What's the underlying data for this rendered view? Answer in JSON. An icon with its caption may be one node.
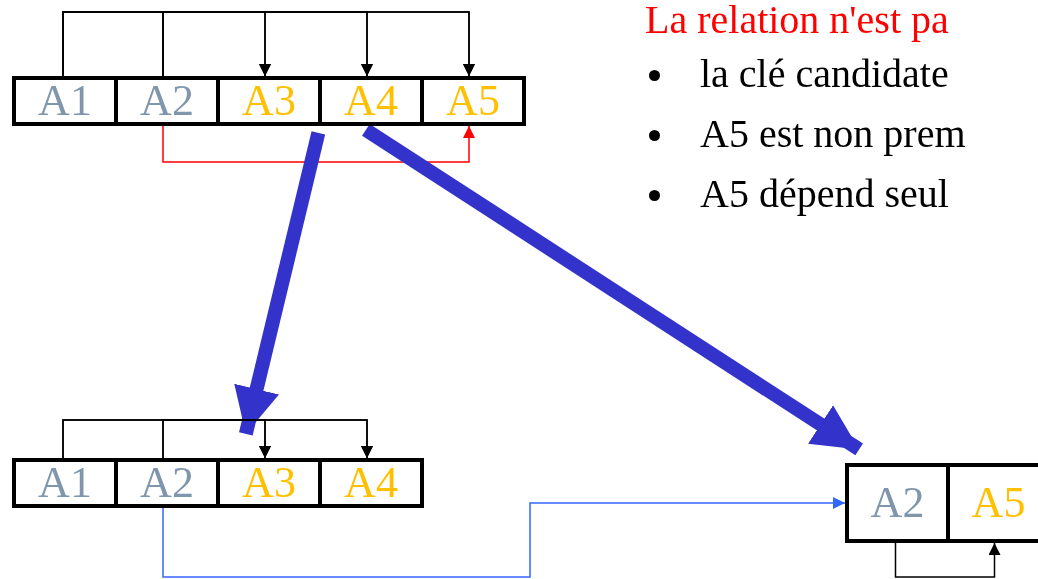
{
  "diagram": {
    "title": "La relation n'est pa",
    "nodes": [
      {
        "text": [],
        "shape": "box"
      },
      {
        "text": [
          "A1"
        ],
        "in": 0
      },
      {
        "text": [
          "A2"
        ],
        "in": 0
      },
      {
        "text": [
          "A3"
        ],
        "in": 0
      },
      {
        "text": [
          "A4"
        ],
        "in": 0
      },
      {
        "text": [
          "A5"
        ],
        "in": 0
      },
      {
        "text": [],
        "shape": "box"
      },
      {
        "text": [
          "A1"
        ],
        "in": 6
      },
      {
        "text": [
          "A2"
        ],
        "in": 6
      },
      {
        "text": [
          "A3"
        ],
        "in": 6
      },
      {
        "text": [
          "A4"
        ],
        "in": 6
      },
      {
        "text": [],
        "shape": "box"
      },
      {
        "text": [
          "A2"
        ],
        "in": 11
      },
      {
        "text": [
          "A5"
        ],
        "in": 11
      }
    ],
    "edges": [
      {
        "from": 1,
        "to": 3,
        "arrow": "to"
      },
      {
        "from": 1,
        "to": 4,
        "arrow": "to"
      },
      {
        "from": 1,
        "to": 5,
        "arrow": "to"
      },
      {
        "from": 2,
        "to": 3,
        "arrow": "to"
      },
      {
        "from": 2,
        "to": 4,
        "arrow": "to"
      },
      {
        "from": 2,
        "to": 5,
        "arrow": "to"
      },
      {
        "from": 2,
        "to": 5,
        "arrow": "to",
        "color": "#ff0000"
      },
      {
        "from": 0,
        "to": 6,
        "arrow": "to",
        "style": "thick",
        "color": "#3333cc"
      },
      {
        "from": 0,
        "to": 11,
        "arrow": "to",
        "style": "thick",
        "color": "#3333cc"
      },
      {
        "from": 7,
        "to": 9,
        "arrow": "to"
      },
      {
        "from": 7,
        "to": 10,
        "arrow": "to"
      },
      {
        "from": 8,
        "to": 9,
        "arrow": "to"
      },
      {
        "from": 8,
        "to": 10,
        "arrow": "to"
      },
      {
        "from": 8,
        "to": 12,
        "arrow": "to",
        "color": "#3366ff"
      },
      {
        "from": 12,
        "to": 13,
        "arrow": "to"
      }
    ],
    "labels": [
      "la clé candidate",
      "A5 est non prem",
      "A5 dépend seul"
    ]
  }
}
